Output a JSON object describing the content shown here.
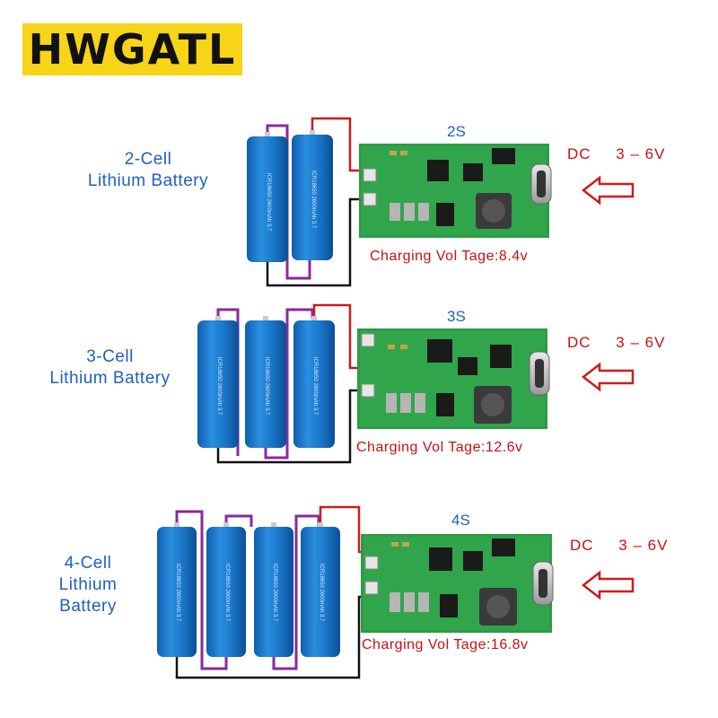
{
  "brand": {
    "logo_text": "HWGATL",
    "logo_color": "#f7d417"
  },
  "colors": {
    "label_blue": "#1f5fbf",
    "text_red": "#c81010",
    "pcb_green": "#2e9b46",
    "battery_blue": "#1877c9",
    "wire_purple": "#8a2a9a"
  },
  "sections": [
    {
      "series": "2S",
      "label_lines": [
        "2-Cell",
        "Lithium Battery"
      ],
      "charging": "Charging Vol Tage:8.4v",
      "dc_label": "DC",
      "dc_range": "3 – 6V",
      "cells": 2
    },
    {
      "series": "3S",
      "label_lines": [
        "3-Cell",
        "Lithium Battery"
      ],
      "charging": "Charging Vol Tage:12.6v",
      "dc_label": "DC",
      "dc_range": "3 – 6V",
      "cells": 3
    },
    {
      "series": "4S",
      "label_lines": [
        "4-Cell",
        "Lithium",
        "Battery"
      ],
      "charging": "Charging Vol Tage:16.8v",
      "dc_label": "DC",
      "dc_range": "3 – 6V",
      "cells": 4
    }
  ]
}
